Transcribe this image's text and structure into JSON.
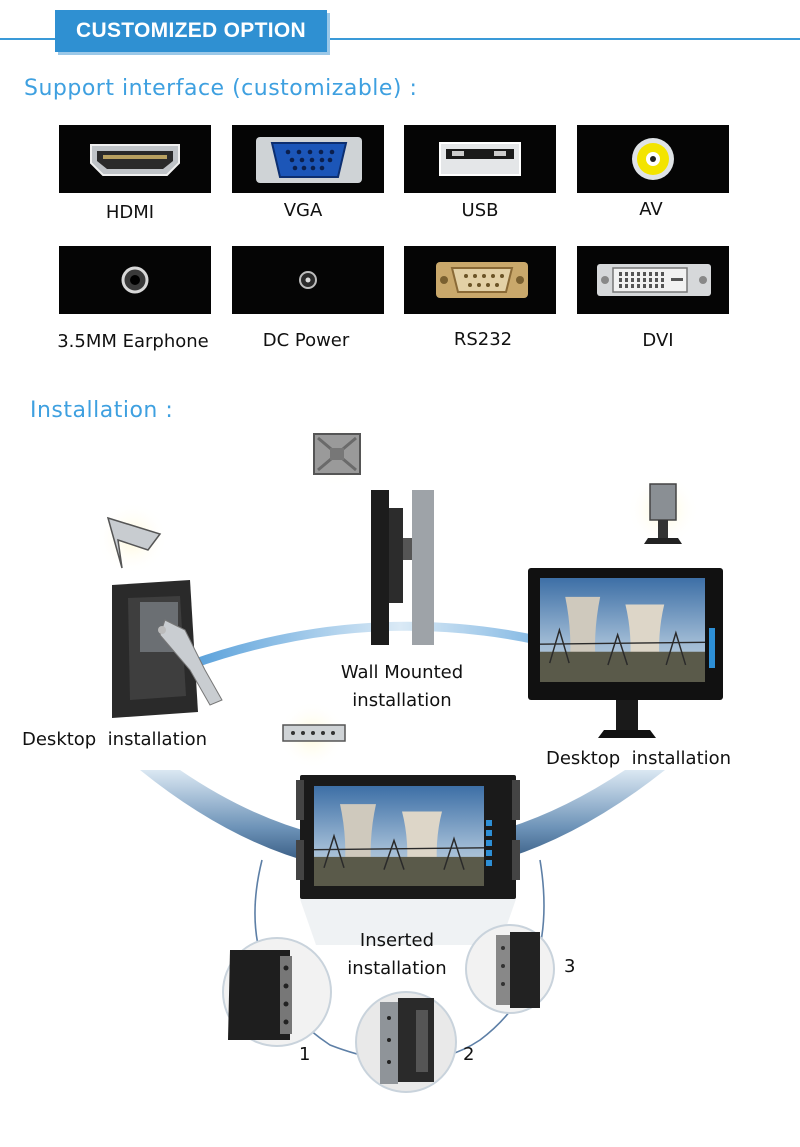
{
  "header": {
    "title": "CUSTOMIZED OPTION"
  },
  "interfaces": {
    "title": "Support interface (customizable) :",
    "items": [
      {
        "label": "HDMI",
        "icon": "hdmi-port-icon"
      },
      {
        "label": "VGA",
        "icon": "vga-port-icon"
      },
      {
        "label": "USB",
        "icon": "usb-port-icon"
      },
      {
        "label": "AV",
        "icon": "av-port-icon"
      },
      {
        "label": "3.5MM Earphone",
        "icon": "earphone-jack-icon"
      },
      {
        "label": "DC Power",
        "icon": "dc-power-icon"
      },
      {
        "label": "RS232",
        "icon": "rs232-port-icon"
      },
      {
        "label": "DVI",
        "icon": "dvi-port-icon"
      }
    ]
  },
  "installation": {
    "title": "Installation :",
    "wall": {
      "line1": "Wall Mounted",
      "line2": "installation"
    },
    "desktop_left": "Desktop  installation",
    "desktop_right": "Desktop  installation",
    "inserted": {
      "line1": "Inserted",
      "line2": "installation"
    },
    "steps": [
      "1",
      "2",
      "3"
    ],
    "colors": {
      "accent": "#2f90d2",
      "title": "#3ea0e0",
      "arc": "#2f5a86"
    }
  }
}
